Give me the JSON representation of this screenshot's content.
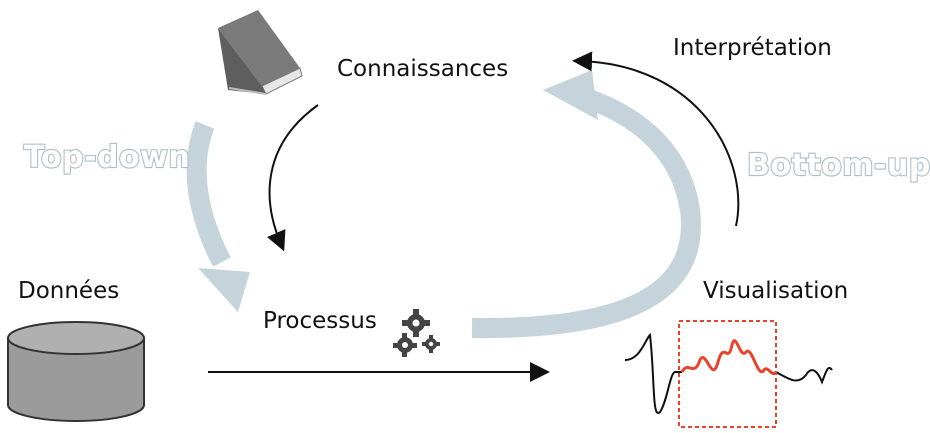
{
  "labels": {
    "knowledge": "Connaissances",
    "interpretation": "Interprétation",
    "top_down": "Top-down",
    "bottom_up": "Bottom-up",
    "data": "Données",
    "process": "Processus",
    "visualisation": "Visualisation"
  },
  "colors": {
    "flow_arrow": "#c5d3da",
    "flow_text_outline": "#aebfc8",
    "thin_arrow": "#111111",
    "book": "#7a7a7a",
    "database": "#9b9b9b",
    "signal": "#111111",
    "highlight": "#e8442c"
  },
  "icons": {
    "knowledge": "book-icon",
    "data": "database-icon",
    "process": "gears-icon",
    "visualisation": "signal-plot-icon"
  }
}
